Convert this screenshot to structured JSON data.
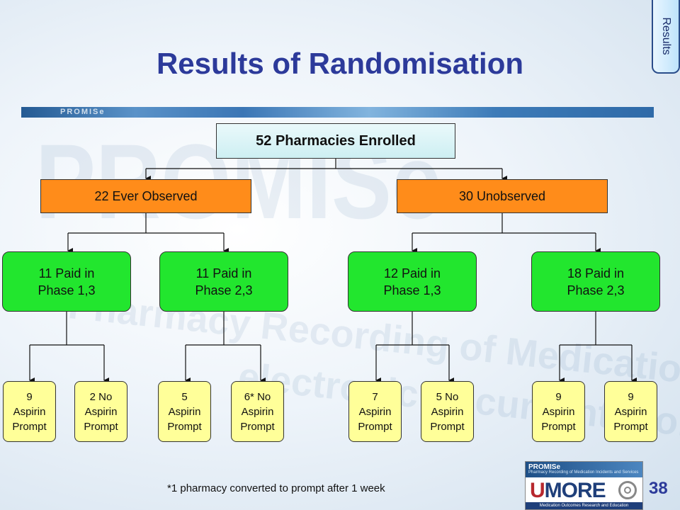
{
  "title": "Results of Randomisation",
  "side_tab": "Results",
  "watermark": {
    "brand": "PROMISe",
    "line1": "Pharmacy Recording of Medication Incidents and Services",
    "line2": "electronic documentation system"
  },
  "tree": {
    "root": "52 Pharmacies Enrolled",
    "groups": [
      "22 Ever Observed",
      "30 Unobserved"
    ],
    "phases": [
      "11 Paid in\nPhase 1,3",
      "11 Paid in\nPhase 2,3",
      "12 Paid in\nPhase 1,3",
      "18 Paid in\nPhase 2,3"
    ],
    "leaves": [
      "9\nAspirin\nPrompt",
      "2 No\nAspirin\nPrompt",
      "5\nAspirin\nPrompt",
      "6* No\nAspirin\nPrompt",
      "7\nAspirin\nPrompt",
      "5 No\nAspirin\nPrompt",
      "9\nAspirin\nPrompt",
      "9\nAspirin\nPrompt"
    ]
  },
  "footnote": "*1 pharmacy converted to prompt after 1 week",
  "page_number": "38",
  "logo": {
    "brand": "PROMISe",
    "subtitle": "Pharmacy Recording of Medication Incidents and Services",
    "name_u": "U",
    "name_rest": "MORE",
    "tagline": "Medication Outcomes Research and Education"
  }
}
